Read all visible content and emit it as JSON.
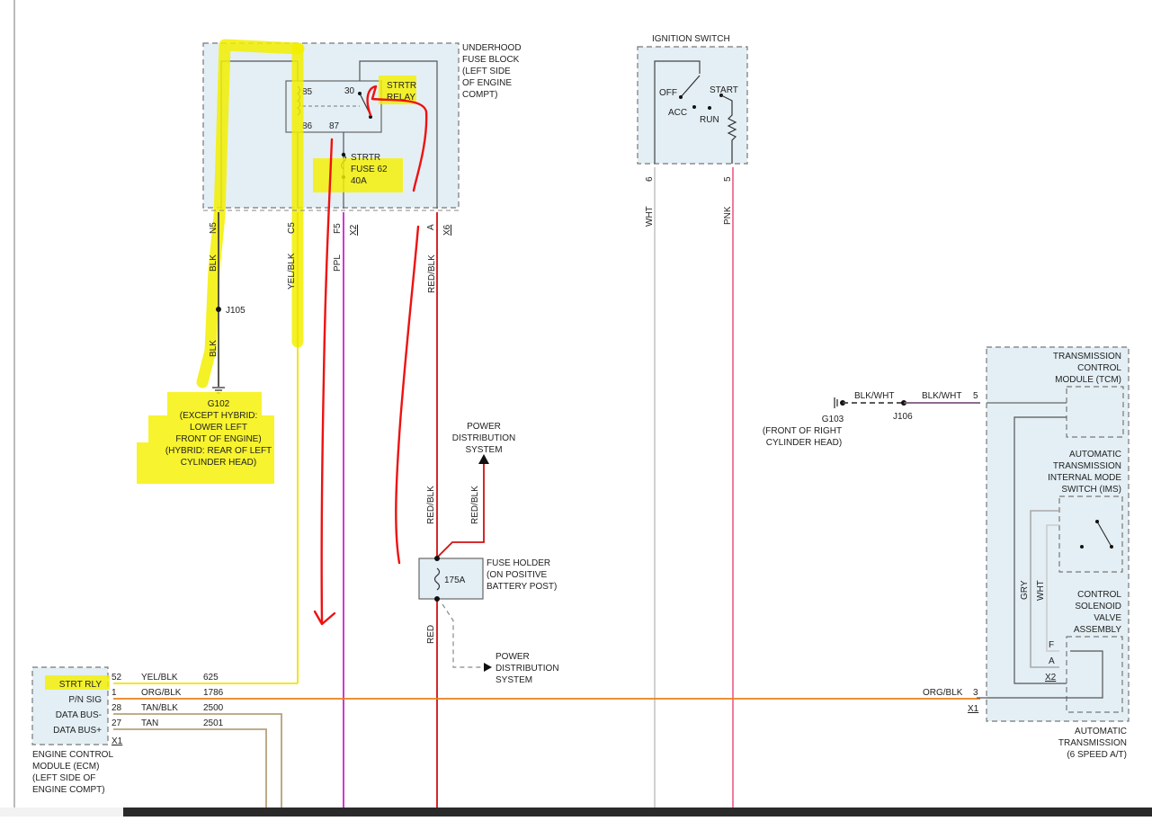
{
  "underhood_fuse_block": {
    "title_lines": [
      "UNDERHOOD",
      "FUSE BLOCK",
      "(LEFT SIDE",
      "OF ENGINE",
      "COMPT)"
    ],
    "relay_label_lines": [
      "STRTR",
      "RELAY"
    ],
    "relay_pins": [
      "85",
      "30",
      "86",
      "87"
    ],
    "fuse_label_lines": [
      "STRTR",
      "FUSE 62",
      "40A"
    ],
    "terminals": [
      "N5",
      "C5",
      "F5",
      "X2",
      "A",
      "X6"
    ]
  },
  "ignition_switch": {
    "title": "IGNITION SWITCH",
    "positions": [
      "OFF",
      "START",
      "ACC",
      "RUN"
    ],
    "pins": [
      "6",
      "5"
    ]
  },
  "wires": {
    "blk_1": "BLK",
    "j105": "J105",
    "blk_2": "BLK",
    "yel_blk": "YEL/BLK",
    "ppl": "PPL",
    "red_blk_vertical": "RED/BLK",
    "wht": "WHT",
    "pnk": "PNK",
    "red_blk_lower": "RED/BLK",
    "red_blk_branch": "RED/BLK",
    "red": "RED"
  },
  "g102": {
    "label_lines": [
      "G102",
      "(EXCEPT HYBRID:",
      "LOWER LEFT",
      "FRONT OF ENGINE)",
      "(HYBRID: REAR OF LEFT",
      "CYLINDER HEAD)"
    ]
  },
  "power_distribution_top": [
    "POWER",
    "DISTRIBUTION",
    "SYSTEM"
  ],
  "fuse_holder": {
    "rating": "175A",
    "label_lines": [
      "FUSE HOLDER",
      "(ON POSITIVE",
      "BATTERY POST)"
    ]
  },
  "power_distribution_bottom": [
    "POWER",
    "DISTRIBUTION",
    "SYSTEM"
  ],
  "ecm": {
    "pin_labels": [
      "STRT RLY",
      "P/N SIG",
      "DATA BUS-",
      "DATA BUS+"
    ],
    "connector": "X1",
    "label_lines": [
      "ENGINE CONTROL",
      "MODULE (ECM)",
      "(LEFT SIDE OF",
      "ENGINE COMPT)"
    ],
    "circuits": [
      {
        "pin": "52",
        "color": "YEL/BLK",
        "circuit": "625"
      },
      {
        "pin": "1",
        "color": "ORG/BLK",
        "circuit": "1786"
      },
      {
        "pin": "28",
        "color": "TAN/BLK",
        "circuit": "2500"
      },
      {
        "pin": "27",
        "color": "TAN",
        "circuit": "2501"
      }
    ]
  },
  "g103": {
    "wire_left": "BLK/WHT",
    "wire_right": "BLK/WHT",
    "pin": "5",
    "splice": "J106",
    "label_lines": [
      "G103",
      "(FRONT OF RIGHT",
      "CYLINDER HEAD)"
    ]
  },
  "transmission": {
    "tcm_lines": [
      "TRANSMISSION",
      "CONTROL",
      "MODULE (TCM)"
    ],
    "ims_lines": [
      "AUTOMATIC",
      "TRANSMISSION",
      "INTERNAL MODE",
      "SWITCH (IMS)"
    ],
    "solenoid_lines": [
      "CONTROL",
      "SOLENOID",
      "VALVE",
      "ASSEMBLY"
    ],
    "gry": "GRY",
    "wht": "WHT",
    "pins": [
      "F",
      "A"
    ],
    "connector_x2": "X2",
    "orgblk_wire": "ORG/BLK",
    "orgblk_pin": "3",
    "connector_x1": "X1",
    "footer_lines": [
      "AUTOMATIC",
      "TRANSMISSION",
      "(6 SPEED A/T)"
    ]
  },
  "colors": {
    "blk": "#444444",
    "yel": "#f2e200",
    "ppl": "#cc22cc",
    "red": "#d01010",
    "wht": "#cccccc",
    "pnk": "#f06c94",
    "org": "#e8801a",
    "tan": "#b5a27a",
    "gry": "#999999",
    "ink_red": "#ee1111",
    "highlight": "#f5f000"
  }
}
